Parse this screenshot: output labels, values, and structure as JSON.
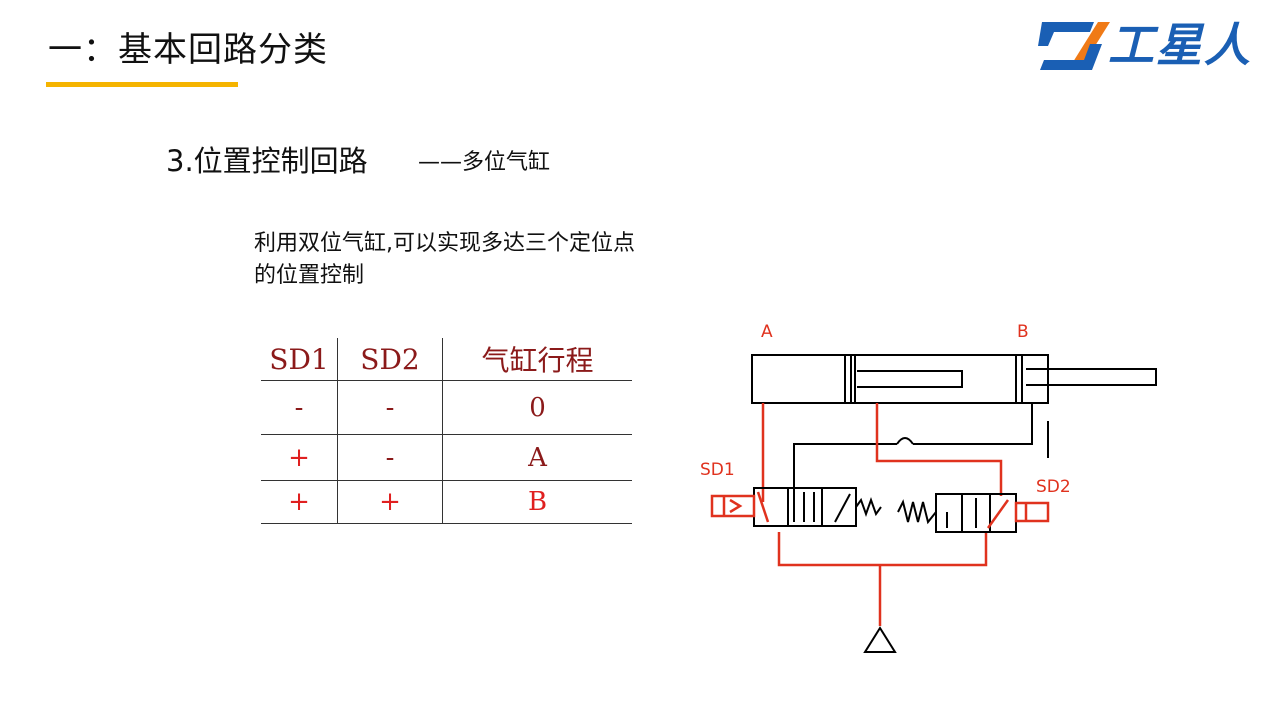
{
  "header": {
    "title": "一：基本回路分类",
    "logo_text": "工星人"
  },
  "section": {
    "heading": "3.位置控制回路",
    "subheading": "——多位气缸"
  },
  "description": {
    "line1": "利用双位气缸,可以实现多达三个定位点",
    "line2": "的位置控制"
  },
  "table": {
    "headers": [
      "SD1",
      "SD2",
      "气缸行程"
    ],
    "rows": [
      [
        "-",
        "-",
        "0"
      ],
      [
        "+",
        "-",
        "A"
      ],
      [
        "+",
        "+",
        "B"
      ]
    ]
  },
  "diagram": {
    "label_a": "A",
    "label_b": "B",
    "label_sd1": "SD1",
    "label_sd2": "SD2"
  },
  "colors": {
    "accent": "#f5b400",
    "brand_blue": "#1a5fb4",
    "brand_orange": "#f07a16",
    "table_text": "#8b1a1a",
    "table_red": "#e02020",
    "active_line": "#e0321e"
  }
}
